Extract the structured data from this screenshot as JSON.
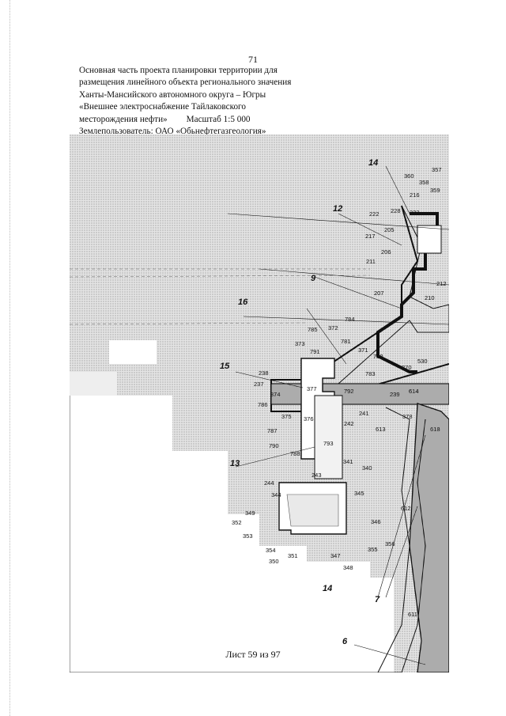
{
  "page_number": "71",
  "header": {
    "line1": "Основная часть проекта планировки территории для",
    "line2": "размещения линейного объекта регионального значения",
    "line3": "Ханты-Мансийского автономного округа – Югры",
    "line4": "«Внешнее электроснабжение Тайлаковского",
    "line5_left": "месторождения нефти»",
    "line5_right": "Масштаб 1:5 000",
    "line6": "Землепользователь: ОАО «Обьнефтегазгеология»"
  },
  "footer": "Лист 59 из 97",
  "map": {
    "leaders": [
      "14",
      "12",
      "9",
      "16",
      "15",
      "13",
      "14",
      "7",
      "6"
    ],
    "parcels": [
      "360",
      "357",
      "358",
      "359",
      "216",
      "228",
      "223",
      "222",
      "205",
      "217",
      "206",
      "211",
      "212",
      "207",
      "210",
      "785",
      "372",
      "784",
      "781",
      "373",
      "791",
      "371",
      "782",
      "238",
      "783",
      "370",
      "530",
      "237",
      "374",
      "377",
      "792",
      "239",
      "614",
      "786",
      "375",
      "376",
      "241",
      "242",
      "613",
      "378",
      "618",
      "787",
      "790",
      "793",
      "788",
      "341",
      "243",
      "340",
      "244",
      "344",
      "345",
      "349",
      "352",
      "346",
      "353",
      "356",
      "355",
      "354",
      "351",
      "347",
      "350",
      "348",
      "612",
      "611"
    ],
    "colors": {
      "stipple": "#d6d6d6",
      "corridor": "#bdbdbd",
      "line": "#111111"
    }
  }
}
